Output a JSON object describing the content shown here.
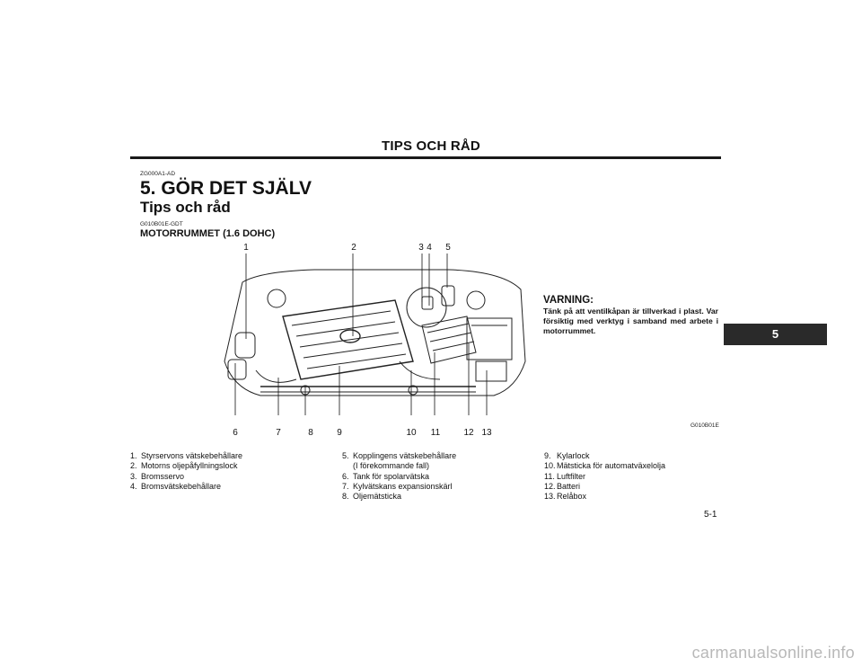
{
  "header": {
    "title": "TIPS OCH RÅD"
  },
  "codes": {
    "chapter_code": "ZG000A1-AD",
    "section_code": "G010B01E-GDT",
    "figure_code": "G010B01E"
  },
  "chapter": {
    "title": "5. GÖR DET SJÄLV",
    "subtitle": "Tips och råd"
  },
  "section": {
    "heading": "MOTORRUMMET (1.6 DOHC)"
  },
  "diagram": {
    "top_labels": [
      "1",
      "2",
      "3",
      "4",
      "5"
    ],
    "bottom_labels": [
      "6",
      "7",
      "8",
      "9",
      "10",
      "11",
      "12",
      "13"
    ]
  },
  "warning": {
    "title": "VARNING:",
    "text": "Tänk på att ventilkåpan är tillverkad i plast. Var försiktig med verktyg i samband med arbete i motorrummet."
  },
  "legend": {
    "col1": [
      {
        "n": "1.",
        "t": "Styrservons vätskebehållare"
      },
      {
        "n": "2.",
        "t": "Motorns oljepåfyllningslock"
      },
      {
        "n": "3.",
        "t": "Bromsservo"
      },
      {
        "n": "4.",
        "t": "Bromsvätskebehållare"
      }
    ],
    "col2": [
      {
        "n": "5.",
        "t": "Kopplingens vätskebehållare"
      },
      {
        "t": "(I förekommande fall)"
      },
      {
        "n": "6.",
        "t": "Tank för spolarvätska"
      },
      {
        "n": "7.",
        "t": "Kylvätskans expansionskärl"
      },
      {
        "n": "8.",
        "t": "Oljemätsticka"
      }
    ],
    "col3": [
      {
        "n": "9.",
        "t": "Kylarlock"
      },
      {
        "n": "10.",
        "t": "Mätsticka för automatväxelolja"
      },
      {
        "n": "11.",
        "t": "Luftfilter"
      },
      {
        "n": "12.",
        "t": "Batteri"
      },
      {
        "n": "13.",
        "t": "Relåbox"
      }
    ]
  },
  "chapter_tab": "5",
  "page_number": "5-1",
  "watermark": "carmanualsonline.info"
}
